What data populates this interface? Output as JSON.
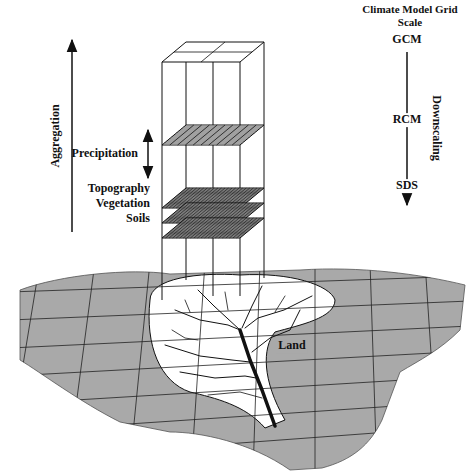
{
  "diagram": {
    "labels": [
      "Climate Model Grid Scale",
      "GCM",
      "RCM",
      "Downscaling",
      "SDS",
      "Aggregation",
      "Precipitation",
      "Topography",
      "Vegetation",
      "Soils",
      "Land"
    ]
  }
}
